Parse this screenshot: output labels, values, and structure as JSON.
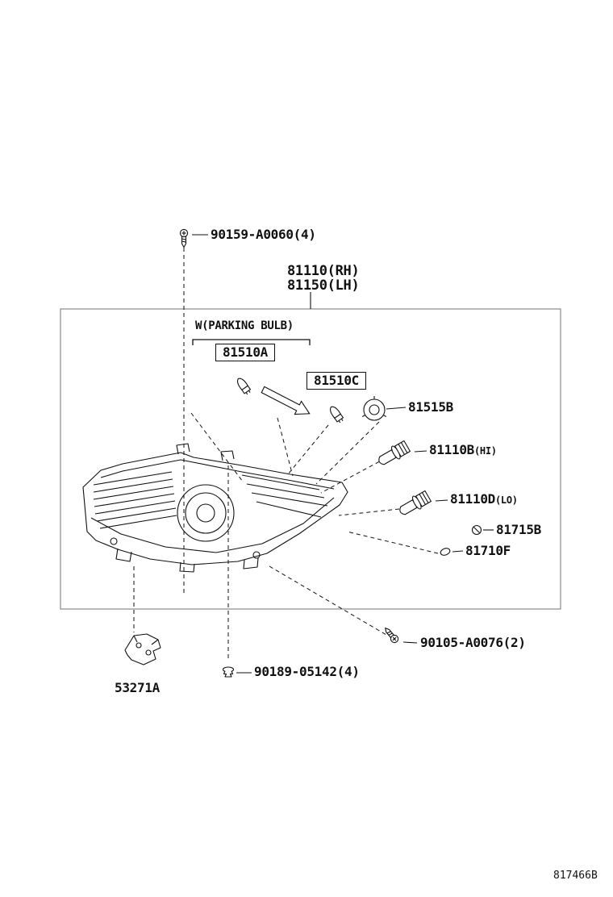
{
  "colors": {
    "line": "#111111",
    "frame": "#8a8a8a"
  },
  "page": {
    "drawing_code": "817466B"
  },
  "labels": {
    "screw_top": "90159-A0060(4)",
    "assembly_rh": "81110(RH)",
    "assembly_lh": "81150(LH)",
    "parking_bulb_note": "W(PARKING BULB)",
    "bulb_81510a": "81510A",
    "bulb_81510c": "81510C",
    "socket_81515b": "81515B",
    "bulb_hi": "81110B",
    "bulb_hi_suffix": "(HI)",
    "bulb_lo": "81110D",
    "bulb_lo_suffix": "(LO)",
    "retainer_81715b": "81715B",
    "cap_81710f": "81710F",
    "screw_right": "90105-A0076(2)",
    "clip_bottom": "90189-05142(4)",
    "bracket_53271a": "53271A"
  },
  "icons": {
    "screw_top": "pan-head-screw",
    "screw_right": "pan-head-screw",
    "clip_bottom": "push-clip",
    "parking_bulb_a": "wedge-bulb",
    "parking_bulb_c": "wedge-bulb",
    "socket": "bulb-socket",
    "hi_bulb": "halogen-bulb",
    "lo_bulb": "halogen-bulb",
    "retainer": "bulb-retainer",
    "cap": "rubber-cap",
    "arrow": "direction-arrow",
    "bracket": "mounting-bracket",
    "main_drawing": "headlamp-assembly"
  }
}
